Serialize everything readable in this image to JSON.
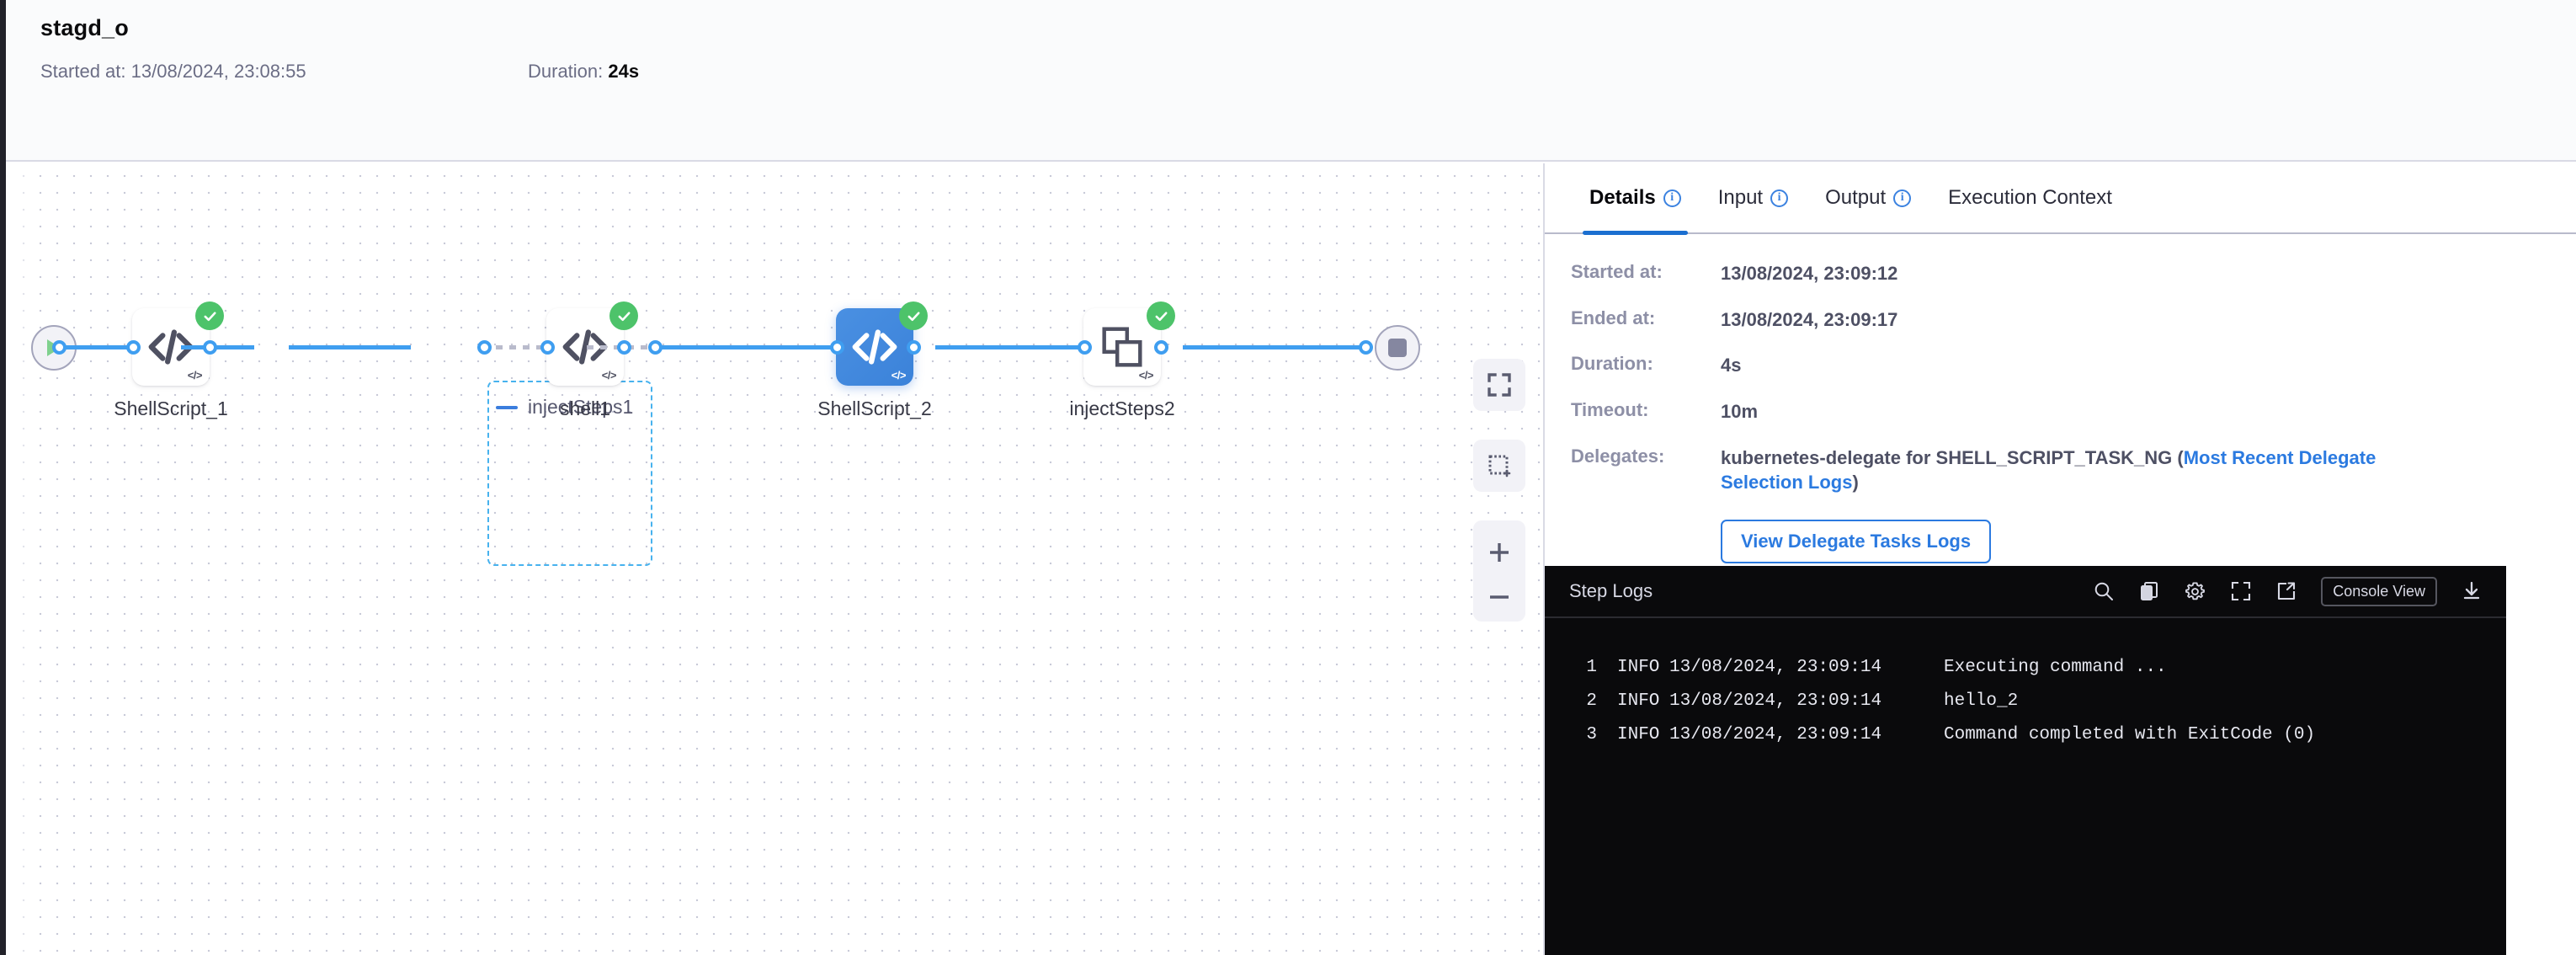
{
  "header": {
    "title": "stagd_o",
    "started_label": "Started at:",
    "started_value": "13/08/2024, 23:08:55",
    "duration_label": "Duration:",
    "duration_value": "24s"
  },
  "graph": {
    "start_node_name": "start-node",
    "end_node_name": "end-node",
    "group": {
      "label": "injectSteps1",
      "collapse_icon": "minus-icon"
    },
    "nodes": [
      {
        "label": "ShellScript_1",
        "icon": "code-brackets-icon",
        "status": "success",
        "selected": false
      },
      {
        "label": "shell1",
        "icon": "code-brackets-icon",
        "status": "success",
        "selected": false
      },
      {
        "label": "ShellScript_2",
        "icon": "code-brackets-icon",
        "status": "success",
        "selected": true
      },
      {
        "label": "injectSteps2",
        "icon": "stacked-squares-icon",
        "status": "success",
        "selected": false
      }
    ],
    "controls": [
      {
        "name": "fit-to-screen-button",
        "icon": "expand-corners-icon"
      },
      {
        "name": "select-area-button",
        "icon": "dashed-square-icon"
      },
      {
        "name": "zoom-in-button",
        "icon": "plus-icon"
      },
      {
        "name": "zoom-out-button",
        "icon": "minus-icon"
      }
    ]
  },
  "panel": {
    "tabs": [
      {
        "label": "Details",
        "has_info": true,
        "active": true
      },
      {
        "label": "Input",
        "has_info": true,
        "active": false
      },
      {
        "label": "Output",
        "has_info": true,
        "active": false
      },
      {
        "label": "Execution Context",
        "has_info": false,
        "active": false
      }
    ],
    "details": {
      "started_label": "Started at:",
      "started_value": "13/08/2024, 23:09:12",
      "ended_label": "Ended at:",
      "ended_value": "13/08/2024, 23:09:17",
      "duration_label": "Duration:",
      "duration_value": "4s",
      "timeout_label": "Timeout:",
      "timeout_value": "10m",
      "delegates_label": "Delegates:",
      "delegates_prefix": "kubernetes-delegate for SHELL_SCRIPT_TASK_NG (",
      "delegates_link": "Most Recent Delegate Selection Logs",
      "delegates_suffix": ")",
      "delegate_button": "View Delegate Tasks Logs"
    }
  },
  "console": {
    "title": "Step Logs",
    "actions": [
      {
        "name": "search-icon",
        "label": ""
      },
      {
        "name": "copy-icon",
        "label": ""
      },
      {
        "name": "gear-icon",
        "label": ""
      },
      {
        "name": "fullscreen-icon",
        "label": ""
      },
      {
        "name": "external-link-icon",
        "label": ""
      }
    ],
    "console_view_label": "Console View",
    "download_icon": "download-icon",
    "logs": [
      {
        "num": "1",
        "level": "INFO",
        "time": "13/08/2024, 23:09:14",
        "message": "Executing command ..."
      },
      {
        "num": "2",
        "level": "INFO",
        "time": "13/08/2024, 23:09:14",
        "message": "hello_2"
      },
      {
        "num": "3",
        "level": "INFO",
        "time": "13/08/2024, 23:09:14",
        "message": "Command completed with ExitCode (0)"
      }
    ]
  },
  "colors": {
    "accent": "#3f9ef0",
    "selected_node": "#3b82d9",
    "success": "#4dc36a",
    "link": "#2b7ae0",
    "group_border": "#47b2ee",
    "console_bg": "#0a0a0c"
  }
}
